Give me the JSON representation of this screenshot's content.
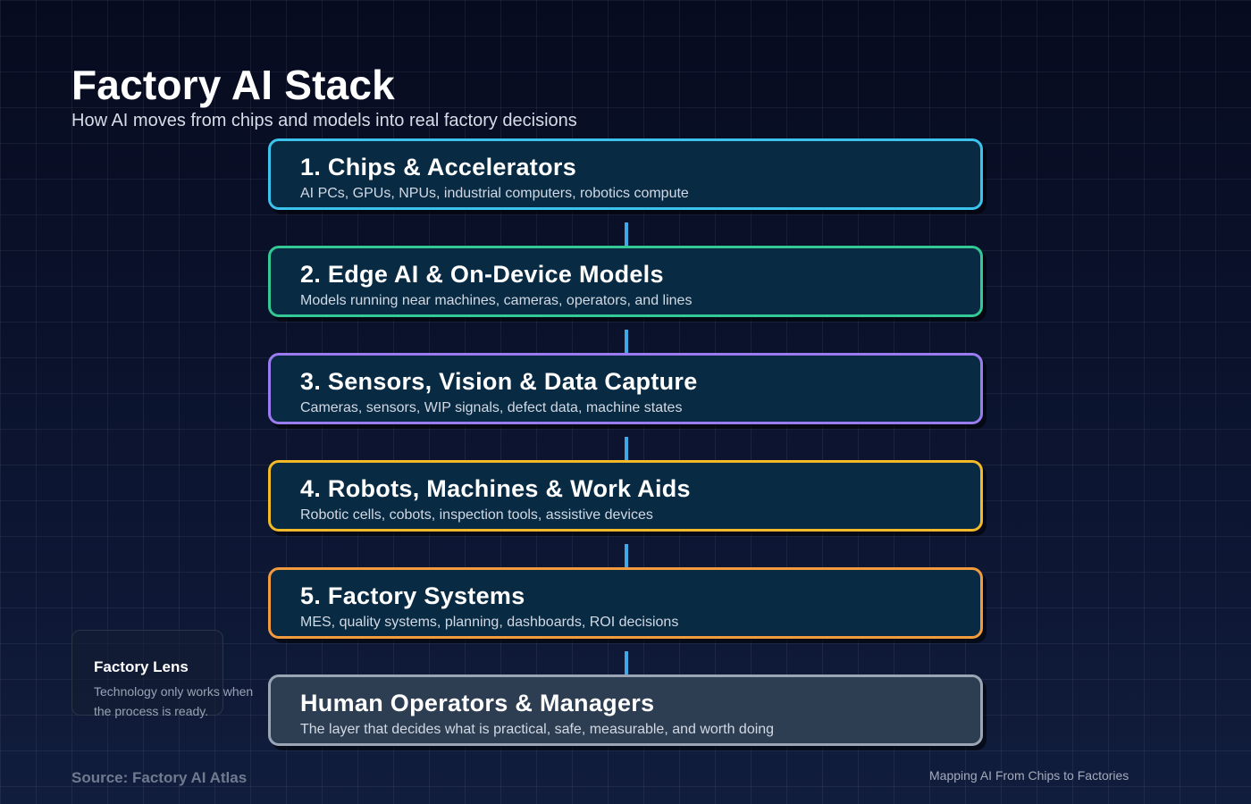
{
  "header": {
    "title": "Factory AI Stack",
    "subtitle": "How AI moves from chips and models into real factory decisions"
  },
  "layers": [
    {
      "title": "1. Chips & Accelerators",
      "description": "AI PCs, GPUs, NPUs, industrial computers, robotics compute",
      "border_color": "#3bc3ee",
      "fill_color": "#082a43"
    },
    {
      "title": "2. Edge AI & On-Device Models",
      "description": "Models running near machines, cameras, operators, and lines",
      "border_color": "#34c894",
      "fill_color": "#082a43"
    },
    {
      "title": "3. Sensors, Vision & Data Capture",
      "description": "Cameras, sensors, WIP signals, defect data, machine states",
      "border_color": "#9b7cf0",
      "fill_color": "#082a43"
    },
    {
      "title": "4. Robots, Machines & Work Aids",
      "description": "Robotic cells, cobots, inspection tools, assistive devices",
      "border_color": "#f2b928",
      "fill_color": "#082a43"
    },
    {
      "title": "5. Factory Systems",
      "description": "MES, quality systems, planning, dashboards, ROI decisions",
      "border_color": "#f29a3e",
      "fill_color": "#082a43"
    },
    {
      "title": "Human Operators & Managers",
      "description": "The layer that decides what is practical, safe, measurable, and worth doing",
      "border_color": "#9aa6b6",
      "fill_color": "#2d3d52"
    }
  ],
  "connector_color": "#3fa9e8",
  "lens": {
    "title": "Factory Lens",
    "text": "Technology only works when the process is ready."
  },
  "footer": {
    "source": "Source: Factory AI Atlas",
    "tagline": "Mapping AI From Chips to Factories"
  }
}
